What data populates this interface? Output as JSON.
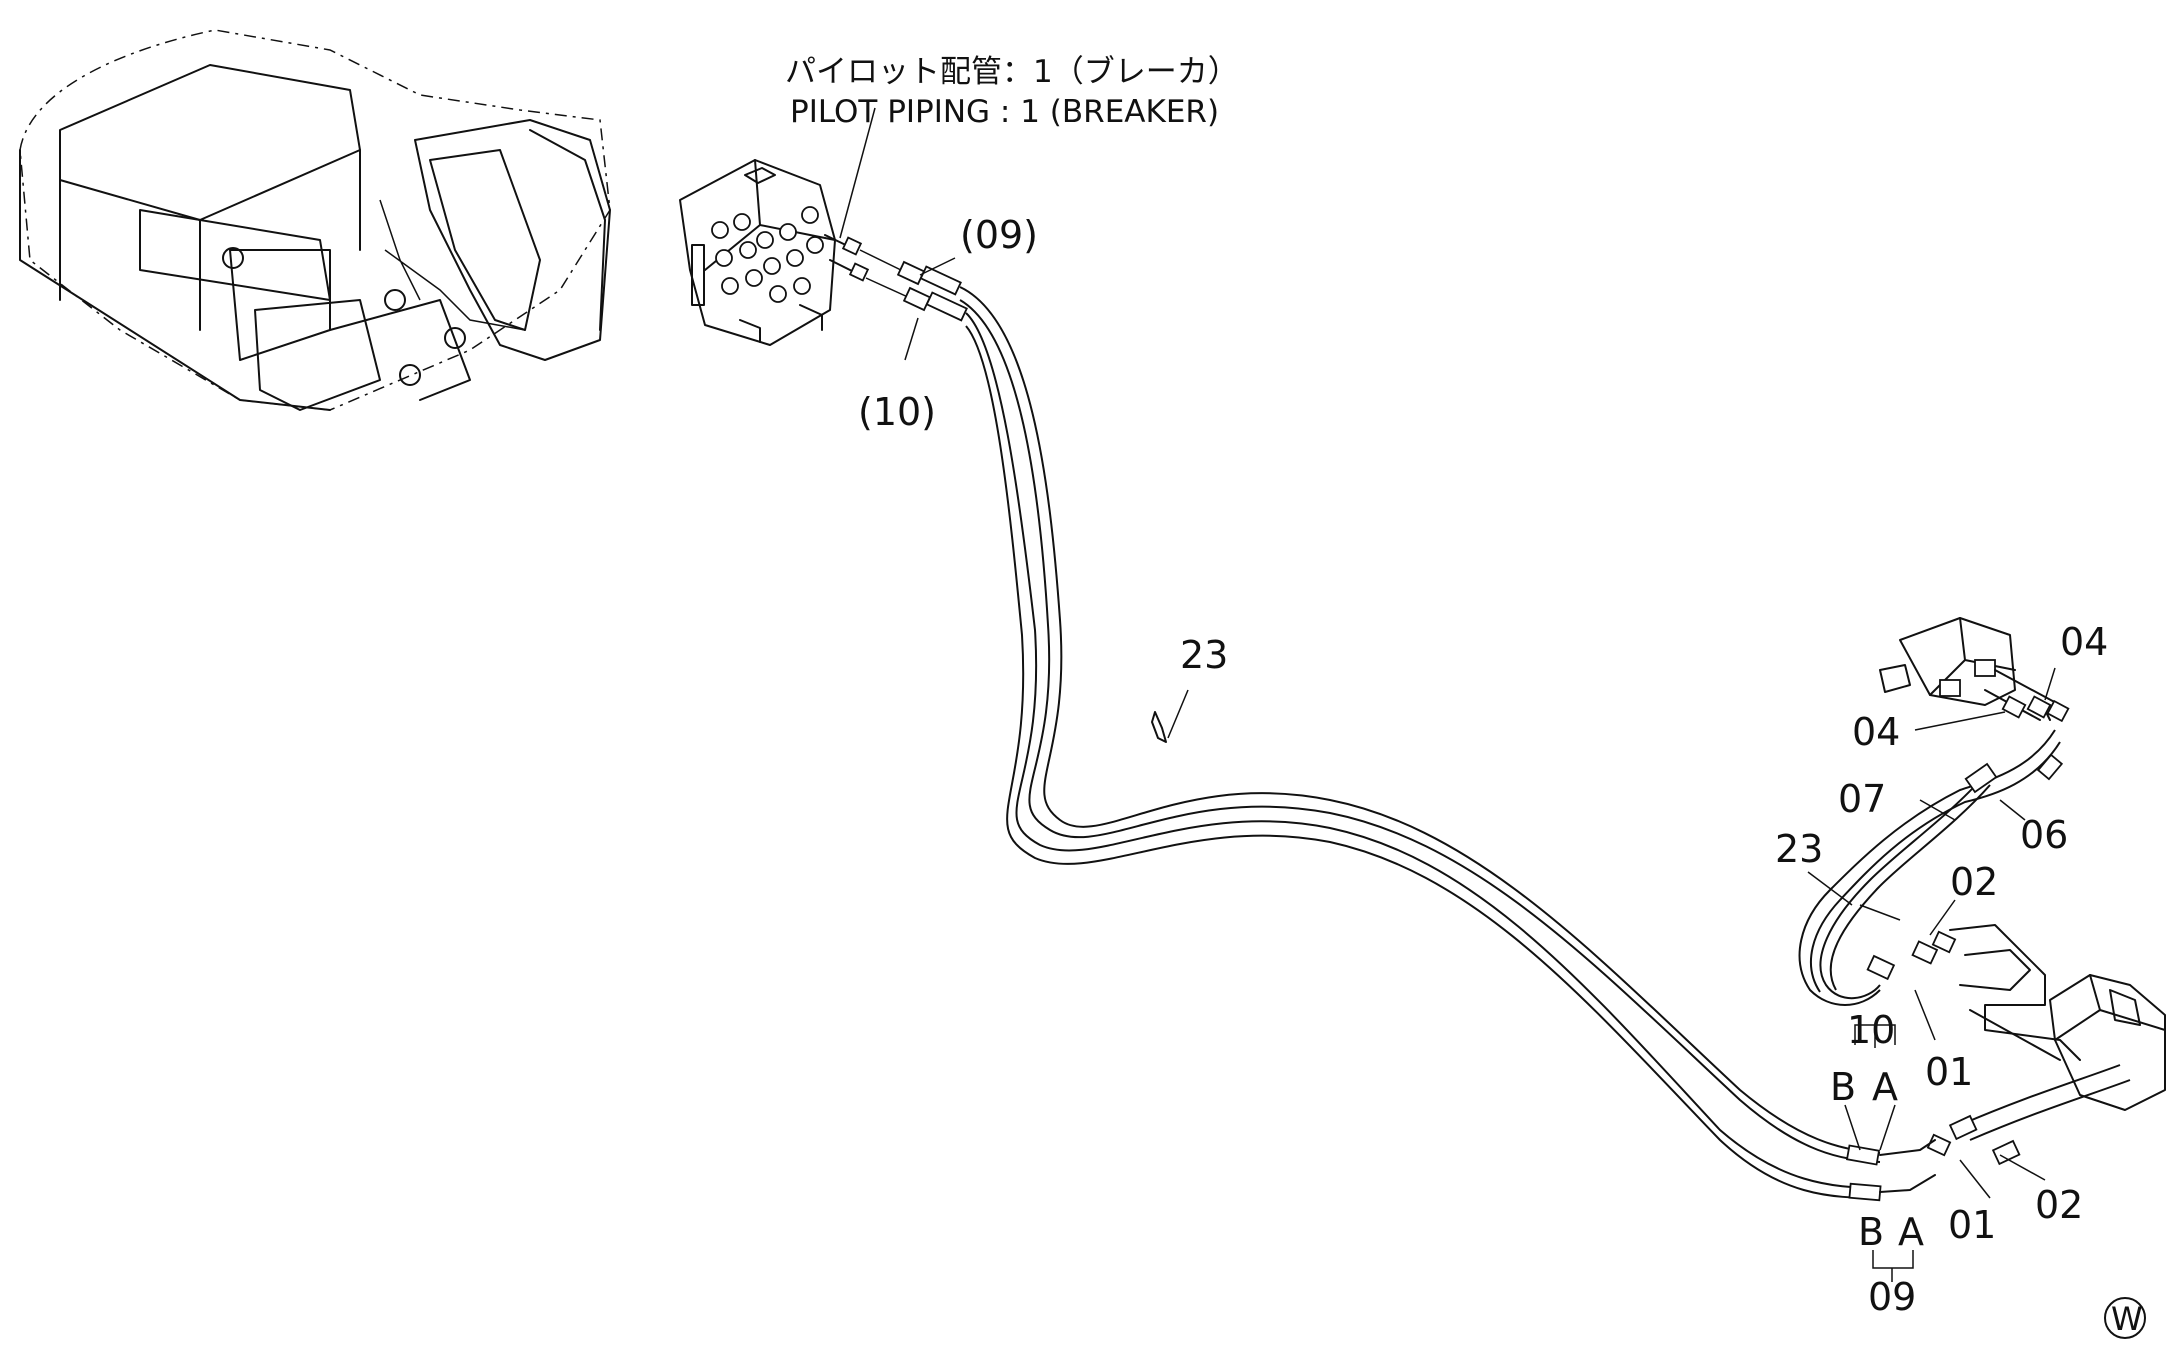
{
  "title_jp": "パイロット配管：1（ブレーカ）",
  "title_en": "PILOT PIPING : 1 (BREAKER)",
  "labels": {
    "l09_top": "(09)",
    "l10_top": "(10)",
    "l23_mid": "23",
    "l04_a": "04",
    "l04_b": "04",
    "l07": "07",
    "l06": "06",
    "l23_right": "23",
    "l02_a": "02",
    "l01_a": "01",
    "l10_group": "10",
    "lB_top": "B",
    "lA_top": "A",
    "lB_bot": "B",
    "lA_bot": "A",
    "l09_group": "09",
    "l01_b": "01",
    "l02_b": "02"
  },
  "mark": "W"
}
